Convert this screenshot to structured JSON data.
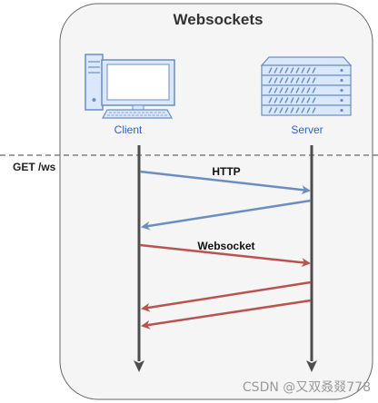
{
  "diagram": {
    "title": "Websockets",
    "client_label": "Client",
    "server_label": "Server",
    "request_label": "GET /ws",
    "http_label": "HTTP",
    "websocket_label": "Websocket",
    "colors": {
      "http": "#6c8ebf",
      "websocket": "#b85450",
      "lifeline": "#4d4d4d",
      "panel_fill": "#f5f5f5",
      "panel_stroke": "#666666",
      "icon_stroke": "#6c8ebf",
      "icon_fill": "#dae8fc"
    }
  },
  "watermark": "CSDN @又双叒叕778"
}
